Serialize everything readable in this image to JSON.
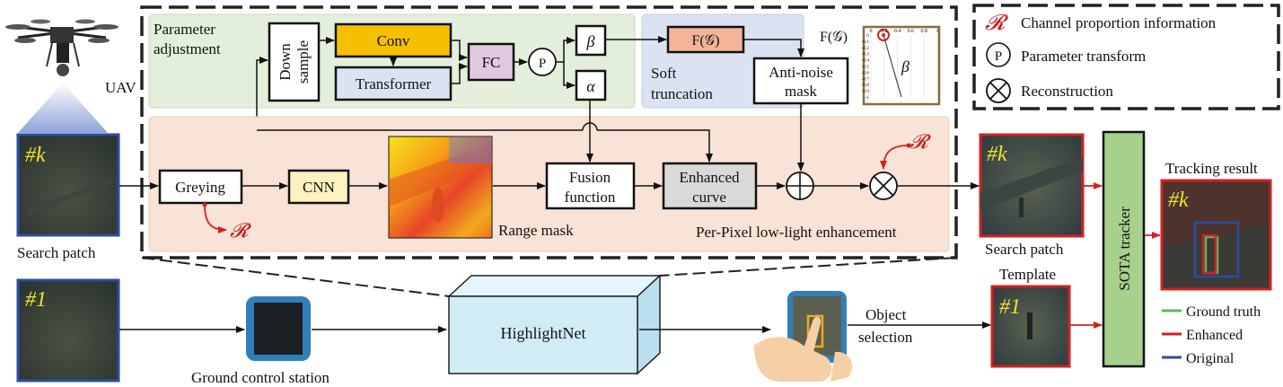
{
  "uav_label": "UAV",
  "search_patch": {
    "tag": "#k",
    "caption": "Search patch"
  },
  "template_patch": {
    "tag": "#1"
  },
  "ground_station_label": "Ground control station",
  "highlightnet_label": "HighlightNet",
  "object_selection_label": [
    "Object",
    "selection"
  ],
  "param_adjust": {
    "title": [
      "Parameter",
      "adjustment"
    ],
    "downsample": [
      "Down",
      "sample"
    ],
    "conv": "Conv",
    "transformer": "Transformer",
    "fc": "FC",
    "p": "P",
    "beta": "β",
    "alpha": "α"
  },
  "soft_truncation": {
    "title": [
      "Soft",
      "truncation"
    ],
    "fg_box": "F(𝒢)",
    "fg_label": "F(𝒢)",
    "anti_noise": [
      "Anti-noise",
      "mask"
    ],
    "plot_beta": "β",
    "plot_xticks": [
      "0",
      "0.2",
      "0.4",
      "0.6",
      "0.8",
      "1"
    ],
    "plot_yticks": [
      "0",
      "-0.1",
      "-0.2",
      "-0.3",
      "-0.4",
      "-0.5",
      "-0.6",
      "-0.7",
      "-0.8",
      "-0.9",
      "-1"
    ]
  },
  "enhancement": {
    "greying": "Greying",
    "cnn": "CNN",
    "fusion": [
      "Fusion",
      "function"
    ],
    "curve": [
      "Enhanced",
      "curve"
    ],
    "range_mask": "Range mask",
    "title": "Per-Pixel low-light enhancement",
    "r_symbol": "𝓡"
  },
  "legend_top": {
    "r_symbol": "𝓡",
    "r_label": "Channel proportion information",
    "p_symbol": "P",
    "p_label": "Parameter transform",
    "x_label": "Reconstruction"
  },
  "right": {
    "search_tag": "#k",
    "search_caption": "Search patch",
    "template_title": "Template",
    "template_tag": "#1",
    "tracker": "SOTA tracker",
    "result_title": "Tracking result",
    "result_tag": "#k"
  },
  "bottom_legend": [
    {
      "label": "Ground truth",
      "color": "#5cb85c"
    },
    {
      "label": "Enhanced",
      "color": "#d42020"
    },
    {
      "label": "Original",
      "color": "#2d4da0"
    }
  ],
  "colors": {
    "param_bg": "#e3efda",
    "soft_bg": "#dbe3f3",
    "enh_bg": "#f8e3d6",
    "conv": "#f5c000",
    "transformer": "#dbe3f3",
    "fc": "#e2c8e0",
    "fg": "#f3b49a",
    "cnn": "#fff2c0",
    "curve": "#d9d9d9",
    "tracker": "#a8d08d",
    "highlightnet": "#d2ecf6",
    "red": "#d42020",
    "blue": "#2d4da0"
  }
}
